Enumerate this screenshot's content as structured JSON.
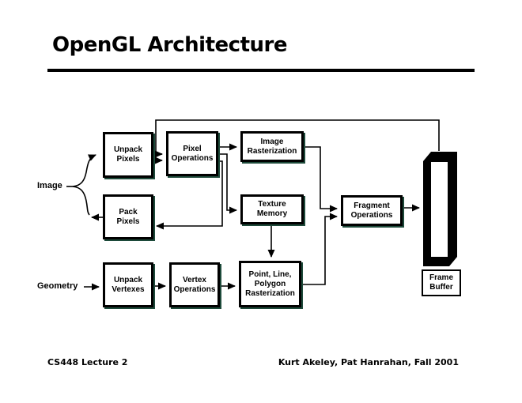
{
  "slide": {
    "title": "OpenGL Architecture",
    "footer_left": "CS448 Lecture 2",
    "footer_right": "Kurt Akeley, Pat Hanrahan, Fall 2001"
  },
  "diagram": {
    "labels": {
      "image": "Image",
      "geometry": "Geometry"
    },
    "boxes": {
      "unpack_pixels": "Unpack\nPixels",
      "pixel_operations": "Pixel\nOperations",
      "image_rasterization": "Image\nRasterization",
      "pack_pixels": "Pack\nPixels",
      "texture_memory": "Texture\nMemory",
      "fragment_operations": "Fragment\nOperations",
      "unpack_vertexes": "Unpack\nVertexes",
      "vertex_operations": "Vertex\nOperations",
      "plp_rasterization": "Point, Line,\nPolygon\nRasterization",
      "frame_buffer": "Frame\nBuffer"
    },
    "edges": [
      {
        "from": "image",
        "to": "unpack_pixels"
      },
      {
        "from": "pack_pixels",
        "to": "image"
      },
      {
        "from": "unpack_pixels",
        "to": "pixel_operations"
      },
      {
        "from": "frame_buffer",
        "to": "pixel_operations"
      },
      {
        "from": "pixel_operations",
        "to": "image_rasterization"
      },
      {
        "from": "pixel_operations",
        "to": "texture_memory"
      },
      {
        "from": "pixel_operations",
        "to": "pack_pixels"
      },
      {
        "from": "image_rasterization",
        "to": "fragment_operations"
      },
      {
        "from": "texture_memory",
        "to": "plp_rasterization"
      },
      {
        "from": "plp_rasterization",
        "to": "fragment_operations"
      },
      {
        "from": "fragment_operations",
        "to": "frame_buffer"
      },
      {
        "from": "geometry",
        "to": "unpack_vertexes"
      },
      {
        "from": "unpack_vertexes",
        "to": "vertex_operations"
      },
      {
        "from": "vertex_operations",
        "to": "plp_rasterization"
      }
    ],
    "colors": {
      "ink": "#000000",
      "box_shadow": "#1d4a3a",
      "background": "#ffffff"
    }
  }
}
